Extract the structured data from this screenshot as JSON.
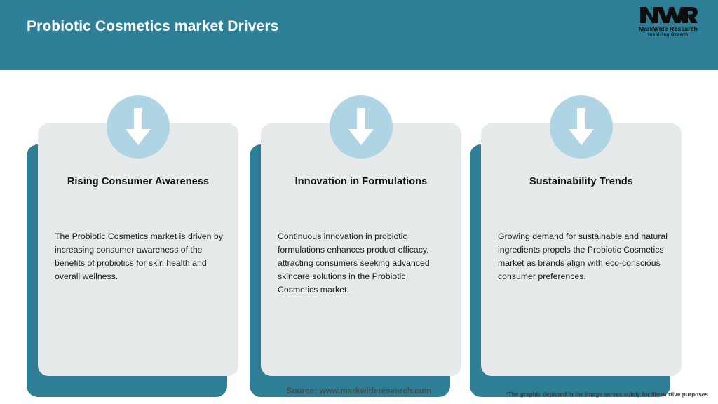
{
  "header": {
    "title": "Probiotic Cosmetics market Drivers",
    "background_color": "#2E7E96",
    "title_color": "#FFFFFF"
  },
  "logo": {
    "mark_text": "MWR",
    "name": "MarkWide Research",
    "tagline": "Inspiring Growth"
  },
  "cards": [
    {
      "icon": "down-arrow-icon",
      "title": "Rising Consumer Awareness",
      "body": "The Probiotic Cosmetics market is driven by increasing consumer awareness of the benefits of probiotics for skin health and overall wellness."
    },
    {
      "icon": "down-arrow-icon",
      "title": "Innovation in Formulations",
      "body": "Continuous innovation in probiotic formulations enhances product efficacy, attracting consumers seeking advanced skincare solutions in the Probiotic Cosmetics market."
    },
    {
      "icon": "down-arrow-icon",
      "title": "Sustainability Trends",
      "body": "Growing demand for sustainable and natural ingredients propels the Probiotic Cosmetics market as brands align with eco-conscious consumer preferences."
    }
  ],
  "footer": {
    "source": "Source: www.markwideresearch.com",
    "disclaimer": "*The graphic depicted in the image serves solely for illustrative purposes"
  },
  "colors": {
    "accent_teal": "#2E7E96",
    "badge_blue": "#AFD5E4",
    "card_grey": "#E6EAEB",
    "page_background": "#FFFFFF"
  }
}
